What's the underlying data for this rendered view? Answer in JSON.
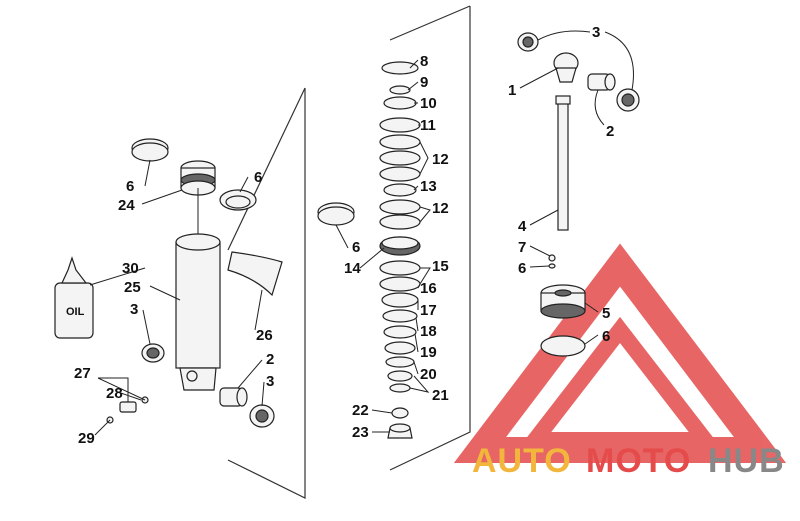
{
  "labels": {
    "l1": "1",
    "l2a": "2",
    "l2b": "2",
    "l3a": "3",
    "l3b": "3",
    "l3c": "3",
    "l4": "4",
    "l5": "5",
    "l6a": "6",
    "l6b": "6",
    "l6c": "6",
    "l6d": "6",
    "l6e": "6",
    "l7": "7",
    "l8": "8",
    "l9": "9",
    "l10": "10",
    "l11": "11",
    "l12a": "12",
    "l12b": "12",
    "l13": "13",
    "l14": "14",
    "l15": "15",
    "l16": "16",
    "l17": "17",
    "l18": "18",
    "l19": "19",
    "l20": "20",
    "l21": "21",
    "l22": "22",
    "l23": "23",
    "l24": "24",
    "l25": "25",
    "l26": "26",
    "l27": "27",
    "l28": "28",
    "l29": "29",
    "l30": "30"
  },
  "oil_label": "OIL",
  "watermark": {
    "auto": "AUTO",
    "moto": "MOTO",
    "hub": "HUB"
  },
  "colors": {
    "watermark_red": "#e54b4b",
    "watermark_orange": "#f2b63c",
    "watermark_gray": "#888888"
  }
}
